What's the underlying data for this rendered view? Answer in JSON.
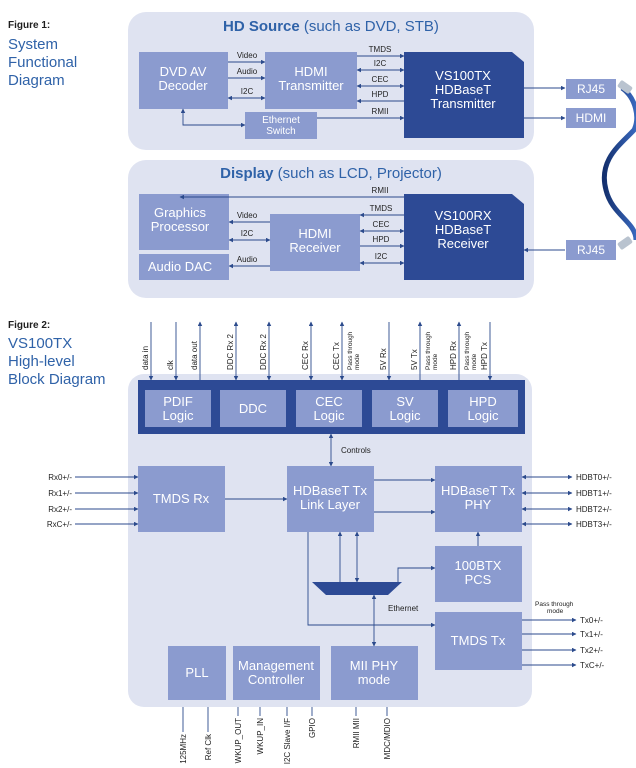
{
  "fig1": {
    "num": "Figure 1:",
    "title": [
      "System",
      "Functional",
      "Diagram"
    ],
    "source_title_bold": "HD Source",
    "source_title_rest": " (such as DVD, STB)",
    "display_title_bold": "Display",
    "display_title_rest": " (such as LCD, Projector)",
    "dvd": [
      "DVD AV",
      "Decoder"
    ],
    "hdmi_tx": [
      "HDMI",
      "Transmitter"
    ],
    "eth_switch": [
      "Ethernet",
      "Switch"
    ],
    "vs100tx": [
      "VS100TX",
      "HDBaseT",
      "Transmitter"
    ],
    "rj45_top": "RJ45",
    "hdmi_out": "HDMI",
    "gfx": [
      "Graphics",
      "Processor"
    ],
    "audio_dac": "Audio DAC",
    "hdmi_rx": [
      "HDMI",
      "Receiver"
    ],
    "vs100rx": [
      "VS100RX",
      "HDBaseT",
      "Receiver"
    ],
    "rj45_bottom": "RJ45",
    "src_signals_left": [
      "Video",
      "Audio",
      "I2C"
    ],
    "src_signals_right": [
      "TMDS",
      "I2C",
      "CEC",
      "HPD",
      "RMII"
    ],
    "disp_signals_left": [
      "Video",
      "I2C",
      "Audio"
    ],
    "disp_signals_right": [
      "RMII",
      "TMDS",
      "CEC",
      "HPD",
      "I2C"
    ]
  },
  "fig2": {
    "num": "Figure 2:",
    "title": [
      "VS100TX",
      "High-level",
      "Block Diagram"
    ],
    "top_blocks": [
      [
        "PDIF",
        "Logic"
      ],
      [
        "DDC"
      ],
      [
        "CEC",
        "Logic"
      ],
      [
        "SV",
        "Logic"
      ],
      [
        "HPD",
        "Logic"
      ]
    ],
    "controls": "Controls",
    "tmds_rx": "TMDS Rx",
    "link_layer": [
      "HDBaseT Tx",
      "Link Layer"
    ],
    "hdbt_phy": [
      "HDBaseT Tx",
      "PHY"
    ],
    "pcs": [
      "100BTX",
      "PCS"
    ],
    "ethernet": "Ethernet",
    "tmds_tx": "TMDS Tx",
    "pll": "PLL",
    "mgmt": [
      "Management",
      "Controller"
    ],
    "mii": [
      "MII PHY",
      "mode"
    ],
    "left_pins": [
      "Rx0+/-",
      "Rx1+/-",
      "Rx2+/-",
      "RxC+/-"
    ],
    "right_pins": [
      "HDBT0+/-",
      "HDBT1+/-",
      "HDBT2+/-",
      "HDBT3+/-"
    ],
    "tx_pins": [
      "Tx0+/-",
      "Tx1+/-",
      "Tx2+/-",
      "TxC+/-"
    ],
    "pass_through_tx": [
      "Pass through",
      "mode"
    ],
    "top_pins": [
      "data in",
      "clk",
      "data out",
      "DDC Rx 2",
      "DDC Rx 2",
      "CEC Rx",
      "CEC Tx",
      "5V Rx",
      "5V Tx",
      "HPD Rx",
      "HPD Tx"
    ],
    "top_pass": [
      "Pass through",
      "mode"
    ],
    "bottom_pins": [
      "125MHz",
      "Ref Clk",
      "WKUP_OUT",
      "WKUP_IN",
      "I2C Slave I/F",
      "GPIO",
      "RMII MII",
      "MDC/MDIO"
    ]
  },
  "colors": {
    "panel": "#dfe3f1",
    "box": "#8b9bcf",
    "dark": "#2d4a95",
    "caption": "#2f62a8",
    "line": "#2b4a8c"
  }
}
